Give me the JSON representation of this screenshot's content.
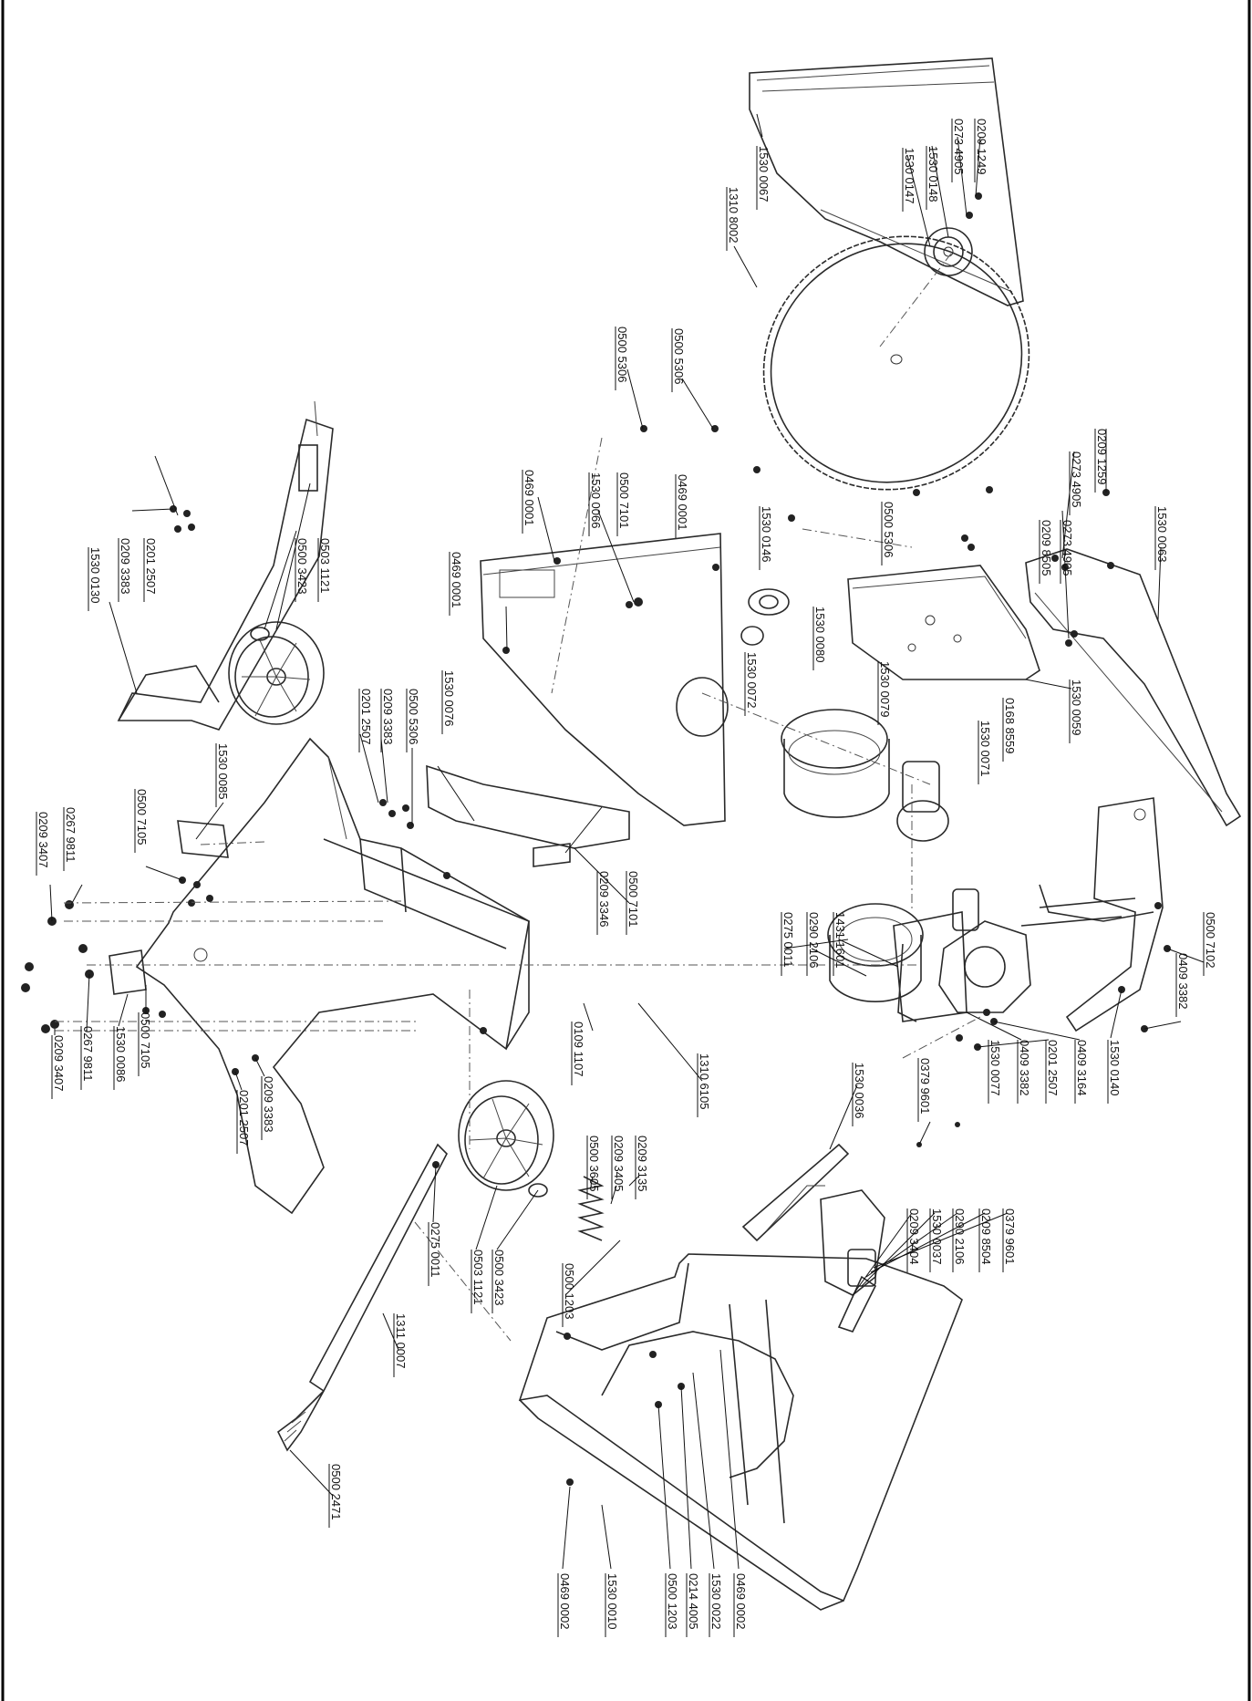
{
  "labels": [
    {
      "id": "l01",
      "text": "0209 1249"
    },
    {
      "id": "l02",
      "text": "0273 4905"
    },
    {
      "id": "l03",
      "text": "1530 0148"
    },
    {
      "id": "l04",
      "text": "1530 0147"
    },
    {
      "id": "l05",
      "text": "1530 0067"
    },
    {
      "id": "l06",
      "text": "1310 8002"
    },
    {
      "id": "l07",
      "text": "0500 5306"
    },
    {
      "id": "l08",
      "text": "0500 5306"
    },
    {
      "id": "l09",
      "text": "0469 0001"
    },
    {
      "id": "l10",
      "text": "1530 0066"
    },
    {
      "id": "l11",
      "text": "0500 7101"
    },
    {
      "id": "l12",
      "text": "0469 0001"
    },
    {
      "id": "l13",
      "text": "1530 0146"
    },
    {
      "id": "l14",
      "text": "0500 5306"
    },
    {
      "id": "l15",
      "text": "0209 1259"
    },
    {
      "id": "l16",
      "text": "0273 4905"
    },
    {
      "id": "l17",
      "text": "0273 4905"
    },
    {
      "id": "l18",
      "text": "0209 8505"
    },
    {
      "id": "l19",
      "text": "1530 0063"
    },
    {
      "id": "l20",
      "text": "1530 0059"
    },
    {
      "id": "l21",
      "text": "0469 0001"
    },
    {
      "id": "l22",
      "text": "1530 0072"
    },
    {
      "id": "l23",
      "text": "1530 0080"
    },
    {
      "id": "l24",
      "text": "1530 0079"
    },
    {
      "id": "l25",
      "text": "0168 8559"
    },
    {
      "id": "l26",
      "text": "1530 0071"
    },
    {
      "id": "l27",
      "text": "0503 1121"
    },
    {
      "id": "l28",
      "text": "0500 3423"
    },
    {
      "id": "l29",
      "text": "0201 2507"
    },
    {
      "id": "l30",
      "text": "0209 3383"
    },
    {
      "id": "l31",
      "text": "1530 0130"
    },
    {
      "id": "l32",
      "text": "1530 0076"
    },
    {
      "id": "l33",
      "text": "0500 5306"
    },
    {
      "id": "l34",
      "text": "0209 3383"
    },
    {
      "id": "l35",
      "text": "0201 2507"
    },
    {
      "id": "l36",
      "text": "1530 0085"
    },
    {
      "id": "l37",
      "text": "0500 7105"
    },
    {
      "id": "l38",
      "text": "0267 9811"
    },
    {
      "id": "l39",
      "text": "0209 3407"
    },
    {
      "id": "l40",
      "text": "0209 3346"
    },
    {
      "id": "l41",
      "text": "0500 7101"
    },
    {
      "id": "l42",
      "text": "0275 0011"
    },
    {
      "id": "l43",
      "text": "0290 2106"
    },
    {
      "id": "l44",
      "text": "1431 1601"
    },
    {
      "id": "l45",
      "text": "0500 7102"
    },
    {
      "id": "l46",
      "text": "0409 3382"
    },
    {
      "id": "l47",
      "text": "1530 0140"
    },
    {
      "id": "l48",
      "text": "0409 3164"
    },
    {
      "id": "l49",
      "text": "0201 2507"
    },
    {
      "id": "l50",
      "text": "0409 3382"
    },
    {
      "id": "l51",
      "text": "1530 0077"
    },
    {
      "id": "l52",
      "text": "0109 1107"
    },
    {
      "id": "l53",
      "text": "1310 6105"
    },
    {
      "id": "l54",
      "text": "1530 0036"
    },
    {
      "id": "l55",
      "text": "0379 9601"
    },
    {
      "id": "l56",
      "text": "0209 3135"
    },
    {
      "id": "l57",
      "text": "0209 3405"
    },
    {
      "id": "l58",
      "text": "0500 3605"
    },
    {
      "id": "l59",
      "text": "0209 3404"
    },
    {
      "id": "l60",
      "text": "1530 0037"
    },
    {
      "id": "l61",
      "text": "0290 2106"
    },
    {
      "id": "l62",
      "text": "0209 8504"
    },
    {
      "id": "l63",
      "text": "0379 9601"
    },
    {
      "id": "l64",
      "text": "0500 7105"
    },
    {
      "id": "l65",
      "text": "1530 0086"
    },
    {
      "id": "l66",
      "text": "0267 9811"
    },
    {
      "id": "l67",
      "text": "0209 3407"
    },
    {
      "id": "l68",
      "text": "0209 3383"
    },
    {
      "id": "l69",
      "text": "0201 2507"
    },
    {
      "id": "l70",
      "text": "0275 0011"
    },
    {
      "id": "l71",
      "text": "0503 1121"
    },
    {
      "id": "l72",
      "text": "0500 3423"
    },
    {
      "id": "l73",
      "text": "0500 1203"
    },
    {
      "id": "l74",
      "text": "1311 0007"
    },
    {
      "id": "l75",
      "text": "0500 2471"
    },
    {
      "id": "l76",
      "text": "0469 0002"
    },
    {
      "id": "l77",
      "text": "1530 0010"
    },
    {
      "id": "l78",
      "text": "0500 1203"
    },
    {
      "id": "l79",
      "text": "0214 4005"
    },
    {
      "id": "l80",
      "text": "1530 0022"
    },
    {
      "id": "l81",
      "text": "0469 0002"
    }
  ]
}
